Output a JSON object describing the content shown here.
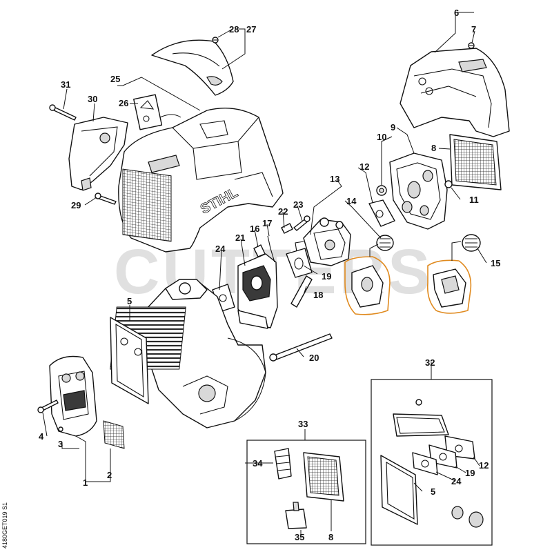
{
  "watermark": "CUTTERS",
  "brand_label": "STIHL",
  "doc_id": "4180GET019 S1",
  "callouts": {
    "c1": "1",
    "c2": "2",
    "c3": "3",
    "c4": "4",
    "c5": "5",
    "c5b": "5",
    "c6": "6",
    "c7": "7",
    "c8": "8",
    "c8b": "8",
    "c9": "9",
    "c10": "10",
    "c11": "11",
    "c12": "12",
    "c12b": "12",
    "c13": "13",
    "c14": "14",
    "c15": "15",
    "c16": "16",
    "c17": "17",
    "c18": "18",
    "c19": "19",
    "c19b": "19",
    "c20": "20",
    "c21": "21",
    "c22": "22",
    "c23": "23",
    "c24": "24",
    "c24b": "24",
    "c25": "25",
    "c26": "26",
    "c27": "27",
    "c28": "28",
    "c29": "29",
    "c30": "30",
    "c31": "31",
    "c32": "32",
    "c33": "33",
    "c34": "34",
    "c35": "35"
  }
}
